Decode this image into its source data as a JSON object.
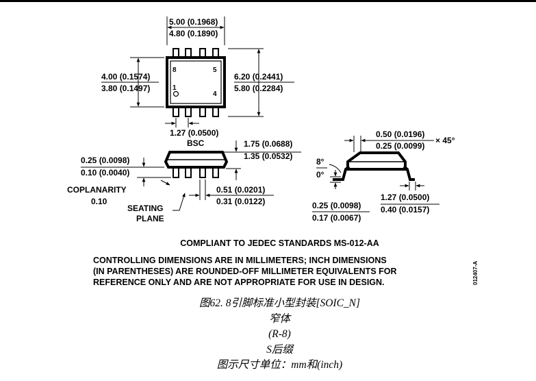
{
  "top_view": {
    "length_max": "5.00 (0.1968)",
    "length_min": "4.80 (0.1890)",
    "body_width_max": "4.00 (0.1574)",
    "body_width_min": "3.80 (0.1497)",
    "overall_width_max": "6.20 (0.2441)",
    "overall_width_min": "5.80 (0.2284)",
    "pin_8": "8",
    "pin_5": "5",
    "pin_1": "1",
    "pin_4": "4",
    "pitch": "1.27 (0.0500)",
    "pitch_note": "BSC"
  },
  "side_view": {
    "height_max": "1.75 (0.0688)",
    "height_min": "1.35 (0.0532)",
    "standoff_max": "0.25 (0.0098)",
    "standoff_min": "0.10 (0.0040)",
    "lead_width_max": "0.51 (0.0201)",
    "lead_width_min": "0.31 (0.0122)",
    "coplanarity_label": "COPLANARITY",
    "coplanarity_value": "0.10",
    "seating_label": "SEATING",
    "plane_label": "PLANE"
  },
  "end_view": {
    "chamfer_max": "0.50 (0.0196)",
    "chamfer_min": "0.25 (0.0099)",
    "chamfer_angle": "× 45°",
    "angle_max": "8°",
    "angle_min": "0°",
    "lead_thick_max": "0.25 (0.0098)",
    "lead_thick_min": "0.17 (0.0067)",
    "foot_max": "1.27 (0.0500)",
    "foot_min": "0.40 (0.0157)"
  },
  "notes": {
    "compliant": "COMPLIANT TO JEDEC STANDARDS MS-012-AA",
    "controlling_1": "CONTROLLING DIMENSIONS ARE IN MILLIMETERS; INCH DIMENSIONS",
    "controlling_2": "(IN PARENTHESES) ARE ROUNDED-OFF MILLIMETER EQUIVALENTS FOR",
    "controlling_3": "REFERENCE ONLY AND ARE NOT APPROPRIATE FOR USE IN DESIGN.",
    "drawing_code": "012407-A"
  },
  "caption": {
    "line1": "图62. 8引脚标准小型封装[SOIC_N]",
    "line2": "窄体",
    "line3": "(R-8)",
    "line4": "S后缀",
    "line5": "图示尺寸单位：mm和(inch)"
  }
}
